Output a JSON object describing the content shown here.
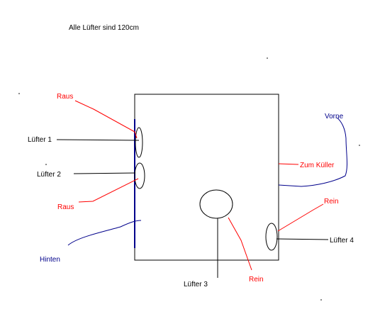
{
  "title": "Alle Lüfter sind 120cm",
  "labels": {
    "raus_top": "Raus",
    "raus_bottom": "Raus",
    "luefter_1": "Lüfter 1",
    "luefter_2": "Lüfter 2",
    "luefter_3": "Lüfter 3",
    "luefter_4": "Lüfter 4",
    "vorne": "Vorne",
    "hinten": "Hinten",
    "zum_kueller": "Zum Küller",
    "rein_right": "Rein",
    "rein_bottom": "Rein"
  },
  "colors": {
    "black": "#000000",
    "red": "#ff0000",
    "blue": "#00008b"
  }
}
